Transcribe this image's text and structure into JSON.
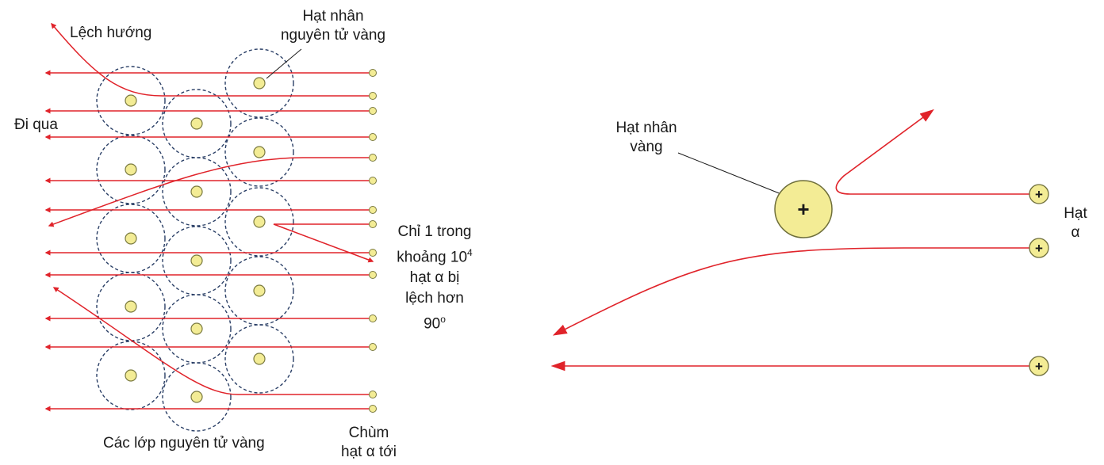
{
  "left": {
    "label_deflected": "Lệch hướng",
    "label_nucleus": [
      "Hạt nhân",
      "nguyên tử vàng"
    ],
    "label_pass": "Đi qua",
    "label_ratio_lines": [
      "Chỉ 1 trong",
      "khoảng 10",
      "hạt α bị",
      "lệch hơn",
      "90"
    ],
    "label_ratio_sup_exp": "4",
    "label_ratio_sup_deg": "o",
    "label_layers": "Các lớp nguyên tử vàng",
    "label_beam": [
      "Chùm",
      "hạt α tới"
    ]
  },
  "right": {
    "label_nucleus": [
      "Hạt nhân",
      "vàng"
    ],
    "nucleus_sign": "+",
    "label_alpha": [
      "Hạt",
      "α"
    ],
    "alpha_sign": "+"
  },
  "colors": {
    "track": "#e0232a",
    "nucleus_fill": "#f3ec95",
    "nucleus_stroke": "#7a7a40",
    "atom_outline": "#2a3f66"
  }
}
